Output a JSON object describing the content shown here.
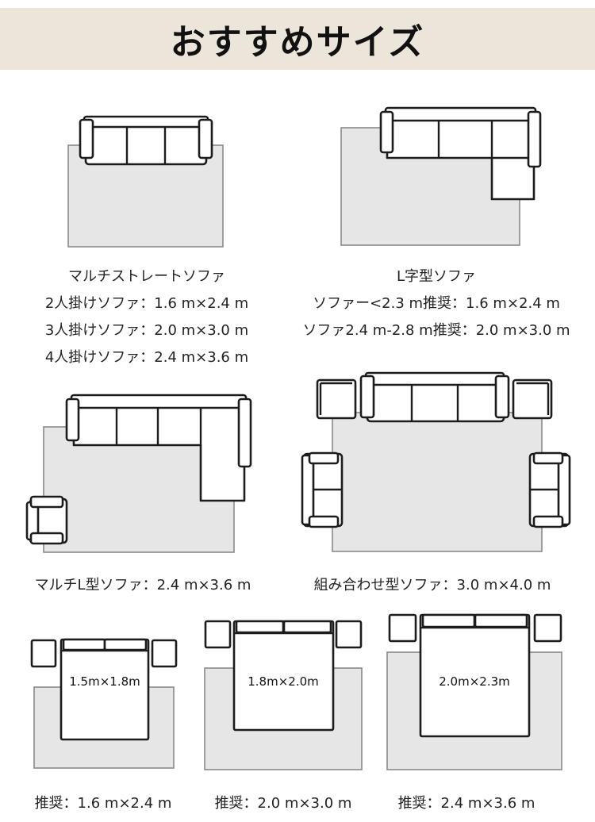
{
  "header": {
    "title": "おすすめサイズ"
  },
  "sections": {
    "multi_straight": {
      "title": "マルチストレートソファ",
      "lines": [
        "2人掛けソファ：1.6 m×2.4 m",
        "3人掛けソファ：2.0 m×3.0 m",
        "4人掛けソファ：2.4 m×3.6 m"
      ]
    },
    "l_shape": {
      "title": "L字型ソファ",
      "lines": [
        "ソファー<2.3 m推奨：1.6 m×2.4 m",
        "ソファ2.4 m-2.8 m推奨：2.0 m×3.0 m"
      ]
    },
    "multi_l": {
      "caption": "マルチL型ソファ：2.4 m×3.6 m"
    },
    "combo": {
      "caption": "組み合わせ型ソファ：3.0 m×4.0 m"
    },
    "beds": [
      {
        "label": "1.5m×1.8m",
        "caption": "推奨：1.6 m×2.4 m"
      },
      {
        "label": "1.8m×2.0m",
        "caption": "推奨：2.0 m×3.0 m"
      },
      {
        "label": "2.0m×2.3m",
        "caption": "推奨：2.4 m×3.6 m"
      }
    ]
  }
}
